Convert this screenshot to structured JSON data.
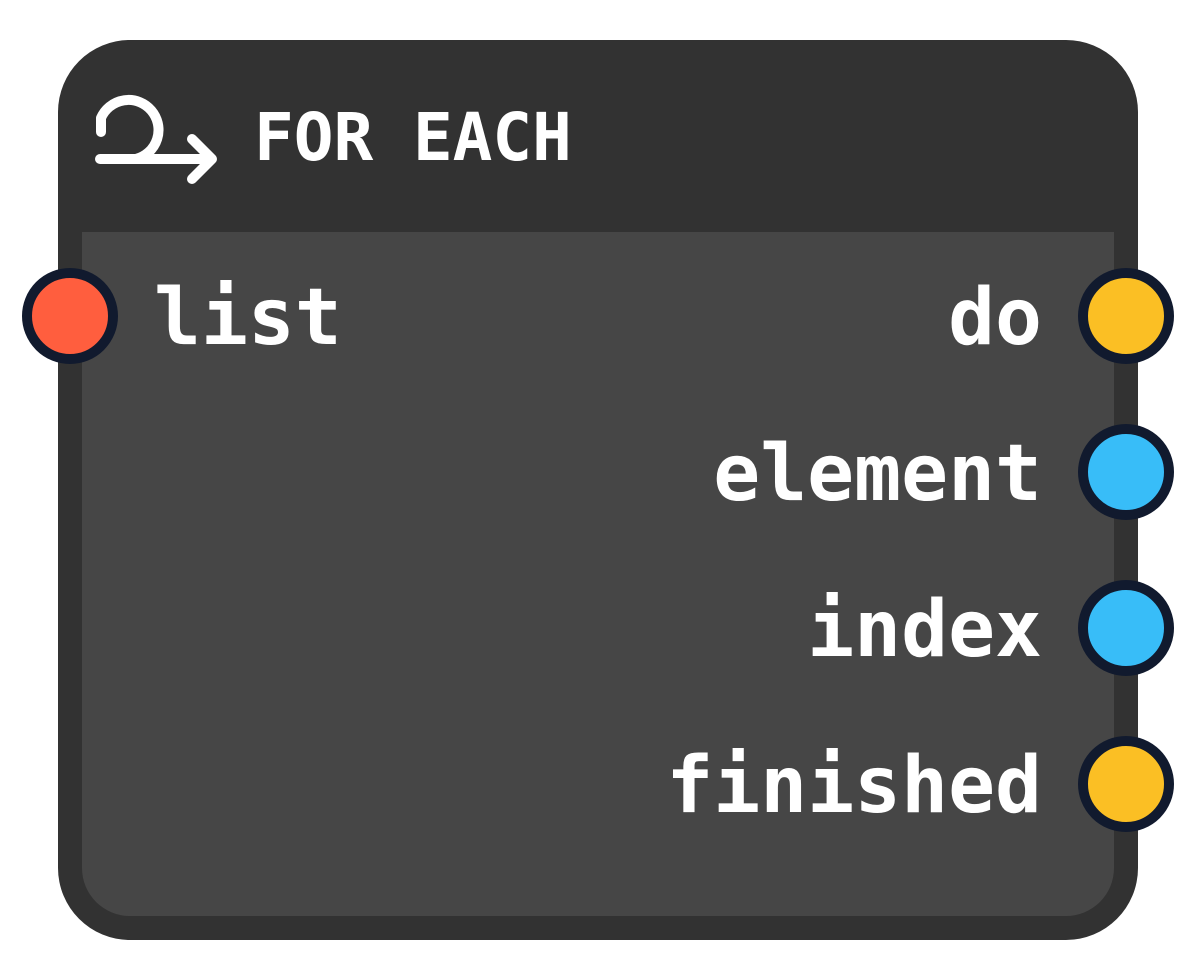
{
  "node": {
    "title": "FOR EACH",
    "icon": "loop-arrow-icon",
    "inputs": [
      {
        "label": "list",
        "color": "#ff5e3e"
      }
    ],
    "outputs": [
      {
        "label": "do",
        "color": "#fbbf24"
      },
      {
        "label": "element",
        "color": "#38bdf8"
      },
      {
        "label": "index",
        "color": "#38bdf8"
      },
      {
        "label": "finished",
        "color": "#fbbf24"
      }
    ]
  },
  "colors": {
    "frame": "#323232",
    "body": "#464646",
    "port_border": "#111a2e",
    "text": "#ffffff"
  }
}
